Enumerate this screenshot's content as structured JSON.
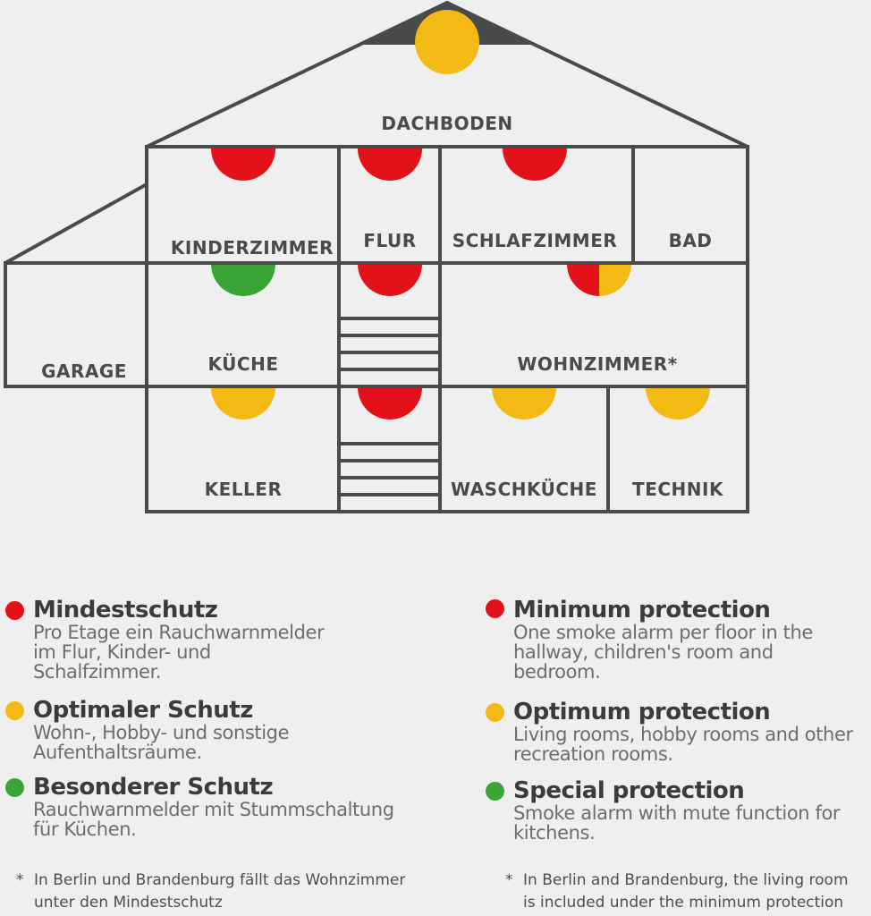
{
  "colors": {
    "red": "#e3121a",
    "yellow": "#f3b915",
    "green": "#3aa535",
    "line": "#4a4a4a",
    "roof_cap": "#4a4a4a",
    "background": "#efefef"
  },
  "rooms": {
    "dachboden": "DACHBODEN",
    "kinderzimmer": "KINDERZIMMER",
    "flur": "FLUR",
    "schlafzimmer": "SCHLAFZIMMER",
    "bad": "BAD",
    "garage": "GARAGE",
    "kueche": "KÜCHE",
    "wohnzimmer": "WOHNZIMMER*",
    "keller": "KELLER",
    "waschkueche": "WASCHKÜCHE",
    "technik": "TECHNIK"
  },
  "legend_de": [
    {
      "level": "red",
      "title": "Mindestschutz",
      "desc": [
        "Pro Etage ein Rauchwarnmelder",
        "im Flur, Kinder- und",
        "Schalfzimmer."
      ]
    },
    {
      "level": "yellow",
      "title": "Optimaler Schutz",
      "desc": [
        "Wohn-, Hobby- und sonstige",
        "Aufenthaltsräume."
      ]
    },
    {
      "level": "green",
      "title": "Besonderer Schutz",
      "desc": [
        "Rauchwarnmelder mit Stummschaltung",
        "für Küchen."
      ]
    }
  ],
  "legend_en": [
    {
      "level": "red",
      "title": "Minimum protection",
      "desc": [
        "One smoke alarm per floor in the",
        "hallway, children's room and",
        "bedroom."
      ]
    },
    {
      "level": "yellow",
      "title": "Optimum protection",
      "desc": [
        "Living rooms, hobby rooms and other",
        "recreation rooms."
      ]
    },
    {
      "level": "green",
      "title": "Special protection",
      "desc": [
        "Smoke alarm with mute function for",
        "kitchens."
      ]
    }
  ],
  "footnote_de": {
    "star": "*",
    "lines": [
      "In Berlin und Brandenburg fällt das Wohnzimmer",
      "unter den Mindestschutz"
    ]
  },
  "footnote_en": {
    "star": "*",
    "lines": [
      "In Berlin and Brandenburg, the living room",
      "is included under the minimum protection"
    ]
  }
}
